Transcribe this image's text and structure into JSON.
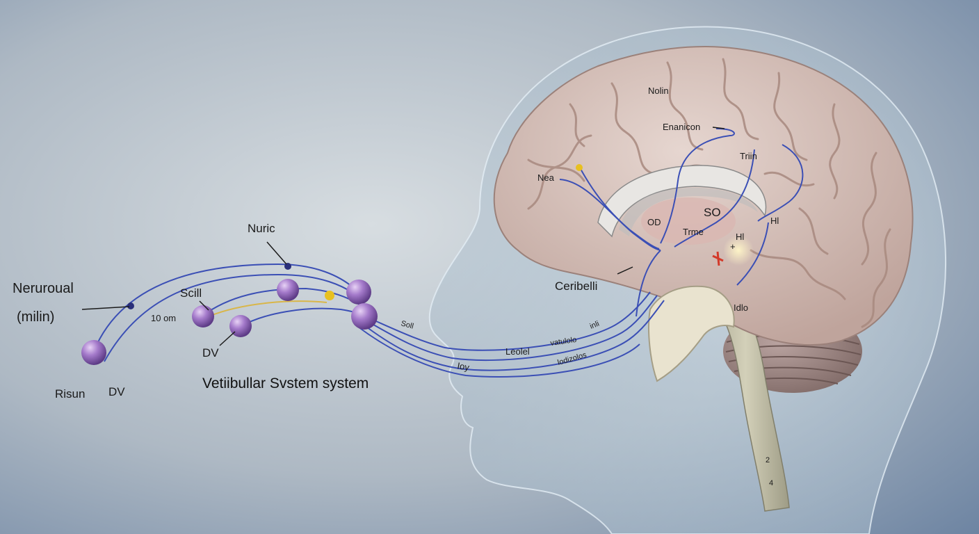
{
  "diagram": {
    "title": "Vetiibullar Svstem system",
    "left_labels": {
      "neuronal_line1": "Neruroual",
      "neuronal_line2": "(milin)",
      "nuric": "Nuric",
      "scill": "Scill",
      "ten_om": "10 om",
      "dv_mid": "DV",
      "risun": "Risun",
      "dv_bottom": "DV"
    },
    "pathway_labels": {
      "soll": "Soll",
      "leolel": "Leolel",
      "vatulo": "vatulolo",
      "inli": "inli",
      "toy": "Ioy",
      "lodizo": "lodizolos"
    },
    "brain_labels": {
      "nolin": "Nolin",
      "enanicon": "Enanicon",
      "trin": "Triin",
      "nea": "Nea",
      "so": "SO",
      "od": "OD",
      "trme": "Trme",
      "hl": "Hl",
      "hl2": "Hl",
      "plus": "+",
      "cerebelli": "Ceribelli",
      "idlo": "Idlo"
    },
    "stem_labels": {
      "two": "2",
      "four": "4"
    },
    "colors": {
      "background_light": "#cfd6dc",
      "background_dark": "#6f86a3",
      "brain": "#d8c4bd",
      "neuron_ball": "#9a6fc0",
      "nerve_line": "#3b4fb5",
      "accent_yellow": "#e8c020"
    }
  }
}
